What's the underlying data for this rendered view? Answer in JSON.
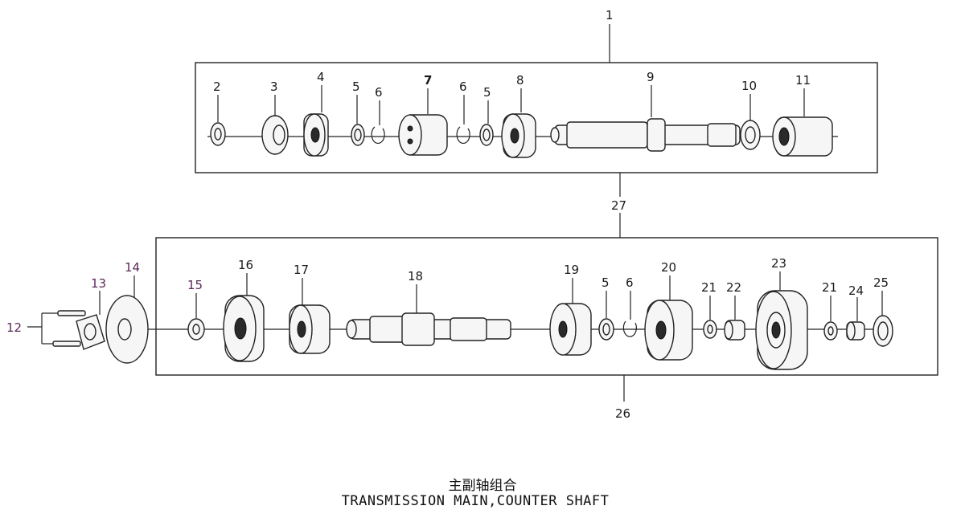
{
  "title_cn": "主副轴组合",
  "title_en": "TRANSMISSION MAIN,COUNTER SHAFT",
  "callouts": [
    "1",
    "2",
    "3",
    "4",
    "5",
    "6",
    "7",
    "6",
    "5",
    "8",
    "9",
    "10",
    "11",
    "27",
    "12",
    "13",
    "14",
    "15",
    "16",
    "17",
    "18",
    "19",
    "5",
    "6",
    "20",
    "21",
    "22",
    "23",
    "21",
    "24",
    "25",
    "26"
  ],
  "colors": {
    "line": "#222222",
    "highlight_label": "#5a2a5a"
  }
}
